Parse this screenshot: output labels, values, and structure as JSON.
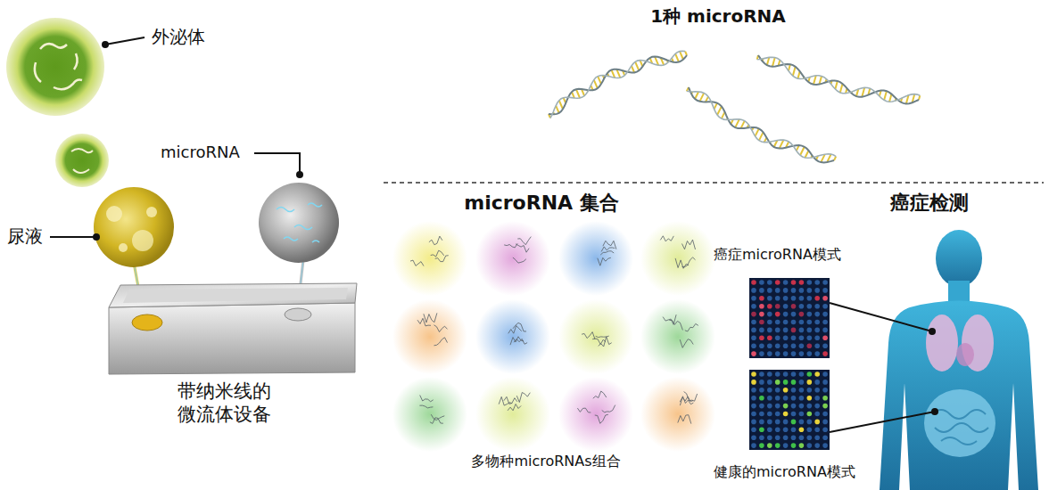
{
  "diagram": {
    "labels": [
      "外泌体",
      "microRNA",
      "尿液",
      "带纳米线的 微流体设备",
      "1种 microRNA",
      "microRNA 集合",
      "癌症检测",
      "癌症microRNA模式",
      "多物种microRNAs组合",
      "健康的microRNA模式"
    ]
  }
}
